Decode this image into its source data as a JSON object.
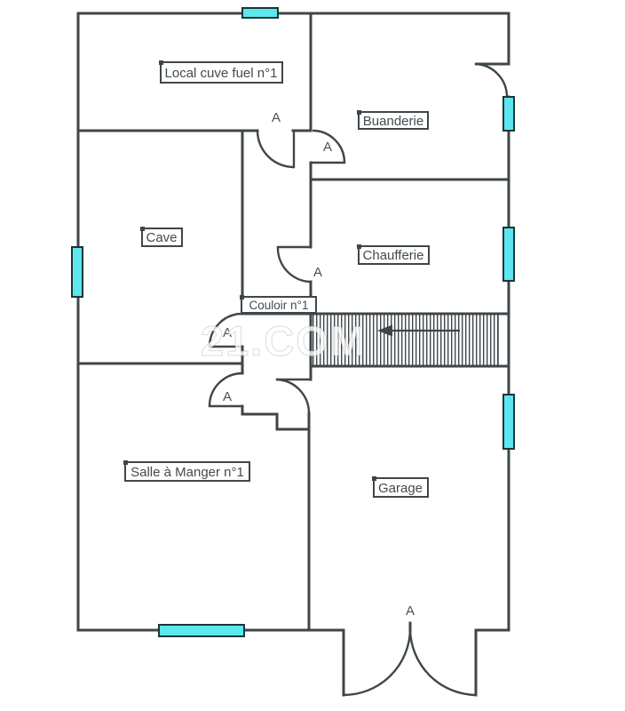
{
  "rooms": {
    "local_cuve_fuel": "Local cuve fuel n°1",
    "buanderie": "Buanderie",
    "cave": "Cave",
    "chaufferie": "Chaufferie",
    "couloir": "Couloir n°1",
    "salle_a_manger": "Salle à Manger n°1",
    "garage": "Garage"
  },
  "doors": {
    "label": "A"
  },
  "stairs": {
    "arrow_direction": "left"
  },
  "watermark": {
    "text": "21.COM"
  },
  "colors": {
    "background": "#ffffff",
    "wall": "#3f464a",
    "window_fill": "#5ce7ee",
    "window_border": "#1e3436",
    "label_text": "#434a4e"
  }
}
